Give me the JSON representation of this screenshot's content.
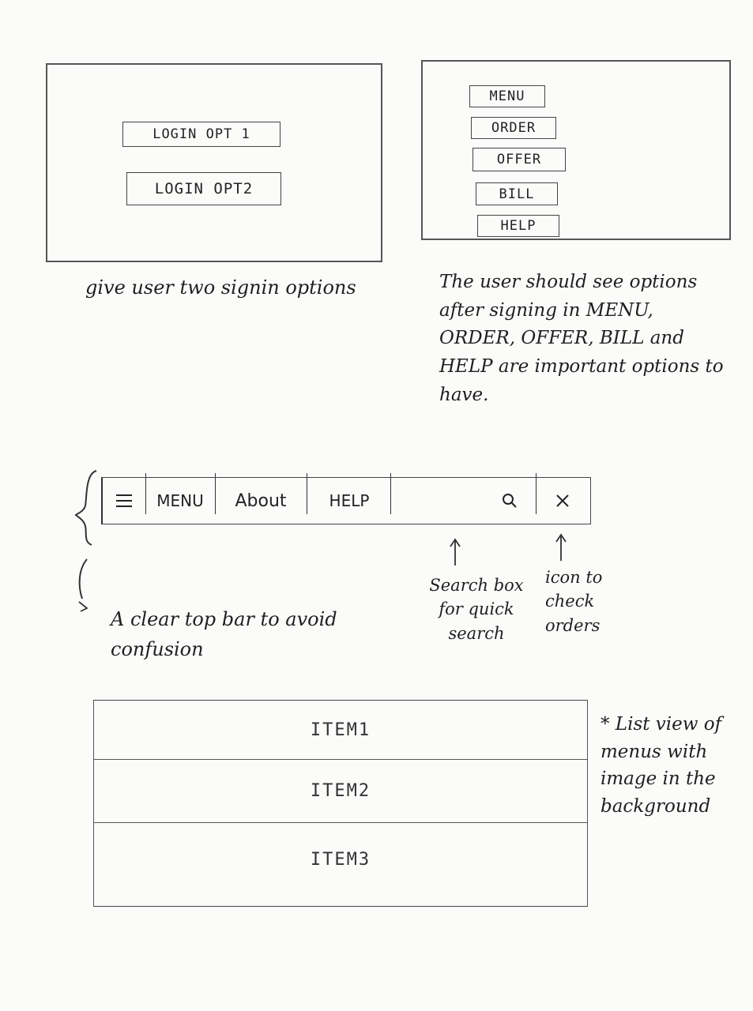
{
  "login_wireframe": {
    "buttons": [
      "LOGIN OPT 1",
      "LOGIN OPT2"
    ],
    "note": "give user two signin options"
  },
  "menu_wireframe": {
    "buttons": [
      "MENU",
      "ORDER",
      "OFFER",
      "BILL",
      "HELP"
    ],
    "note": "The user should see options after signing in MENU, ORDER, OFFER, BILL and HELP are important options to have."
  },
  "nav_bar": {
    "menu_icon": "hamburger-icon",
    "items": [
      "MENU",
      "About",
      "HELP"
    ],
    "search_icon": "search-icon",
    "close_icon": "close-icon",
    "note": "A clear top bar to avoid confusion",
    "search_note": "Search box for quick search",
    "icon_note": "icon to check orders"
  },
  "list_view": {
    "items": [
      "ITEM1",
      "ITEM2",
      "ITEM3"
    ],
    "note": "* List view of menus with image in the background"
  }
}
